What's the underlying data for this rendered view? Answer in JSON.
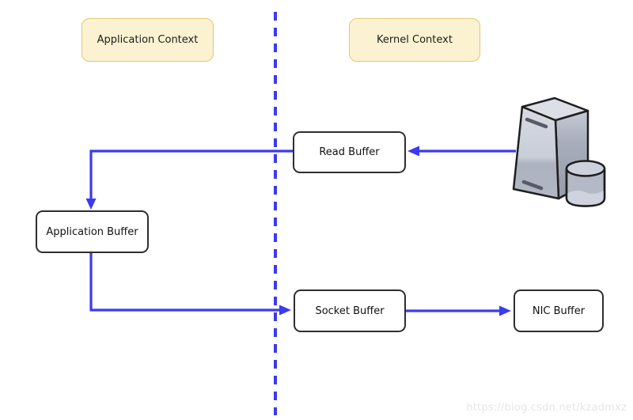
{
  "diagram": {
    "type": "flow-diagram",
    "contexts": [
      {
        "id": "application-context",
        "label": "Application Context"
      },
      {
        "id": "kernel-context",
        "label": "Kernel Context"
      }
    ],
    "nodes": [
      {
        "id": "read-buffer",
        "label": "Read Buffer",
        "context": "kernel"
      },
      {
        "id": "application-buffer",
        "label": "Application Buffer",
        "context": "application"
      },
      {
        "id": "socket-buffer",
        "label": "Socket Buffer",
        "context": "kernel"
      },
      {
        "id": "nic-buffer",
        "label": "NIC Buffer",
        "context": "kernel"
      }
    ],
    "icons": [
      {
        "id": "server-database-icon",
        "meaning": "disk / server data source"
      }
    ],
    "edges": [
      {
        "from": "server-database-icon",
        "to": "read-buffer"
      },
      {
        "from": "read-buffer",
        "to": "application-buffer"
      },
      {
        "from": "application-buffer",
        "to": "socket-buffer"
      },
      {
        "from": "socket-buffer",
        "to": "nic-buffer"
      }
    ],
    "divider": {
      "style": "dashed-vertical",
      "separates": [
        "Application Context",
        "Kernel Context"
      ]
    },
    "colors": {
      "arrow_blue": "#3A3AF0",
      "context_fill": "#FBF2D2",
      "context_border": "#E2C770",
      "node_fill": "#FFFFFF",
      "node_border": "#2E2E2E",
      "server_gray_light": "#D6D9E1",
      "server_gray_dark": "#9AA0AE"
    }
  },
  "watermark": {
    "text": "https://blog.csdn.net/kzadmxz"
  }
}
